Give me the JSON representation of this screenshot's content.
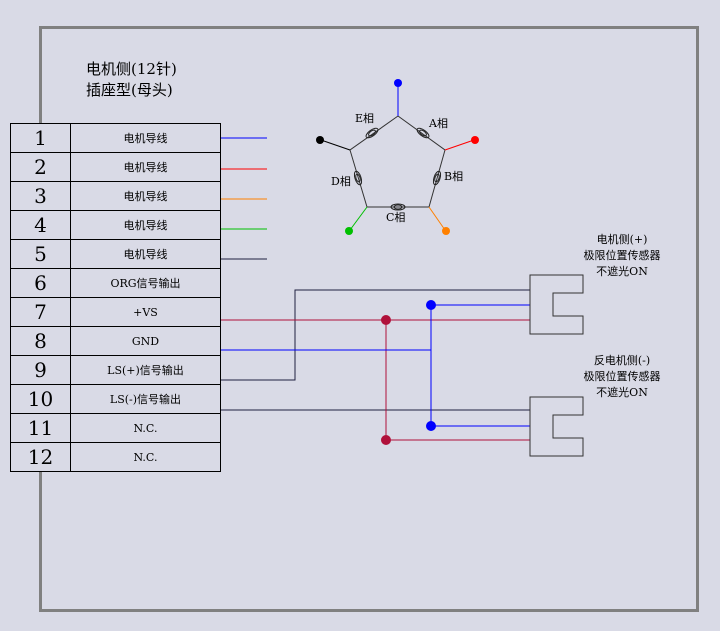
{
  "title_line1": "电机侧(12针)",
  "title_line2": "插座型(母头)",
  "pins": [
    {
      "num": "1",
      "label": "电机导线"
    },
    {
      "num": "2",
      "label": "电机导线"
    },
    {
      "num": "3",
      "label": "电机导线"
    },
    {
      "num": "4",
      "label": "电机导线"
    },
    {
      "num": "5",
      "label": "电机导线"
    },
    {
      "num": "6",
      "label": "ORG信号输出"
    },
    {
      "num": "7",
      "label": "+VS"
    },
    {
      "num": "8",
      "label": "GND"
    },
    {
      "num": "9",
      "label": "LS(+)信号输出"
    },
    {
      "num": "10",
      "label": "LS(-)信号输出"
    },
    {
      "num": "11",
      "label": "N.C."
    },
    {
      "num": "12",
      "label": "N.C."
    }
  ],
  "pentagon": {
    "phases": [
      "A相",
      "B相",
      "C相",
      "D相",
      "E相"
    ]
  },
  "sensor_plus": {
    "line1": "电机侧(+)",
    "line2": "极限位置传感器",
    "line3": "不遮光ON"
  },
  "sensor_minus": {
    "line1": "反电机侧(-)",
    "line2": "极限位置传感器",
    "line3": "不遮光ON"
  },
  "colors": {
    "blue": "#0000ff",
    "red": "#ff0000",
    "orange": "#ff8000",
    "green": "#00c000",
    "dark": "#202040",
    "maroon": "#b0103a",
    "frame": "#808080"
  }
}
